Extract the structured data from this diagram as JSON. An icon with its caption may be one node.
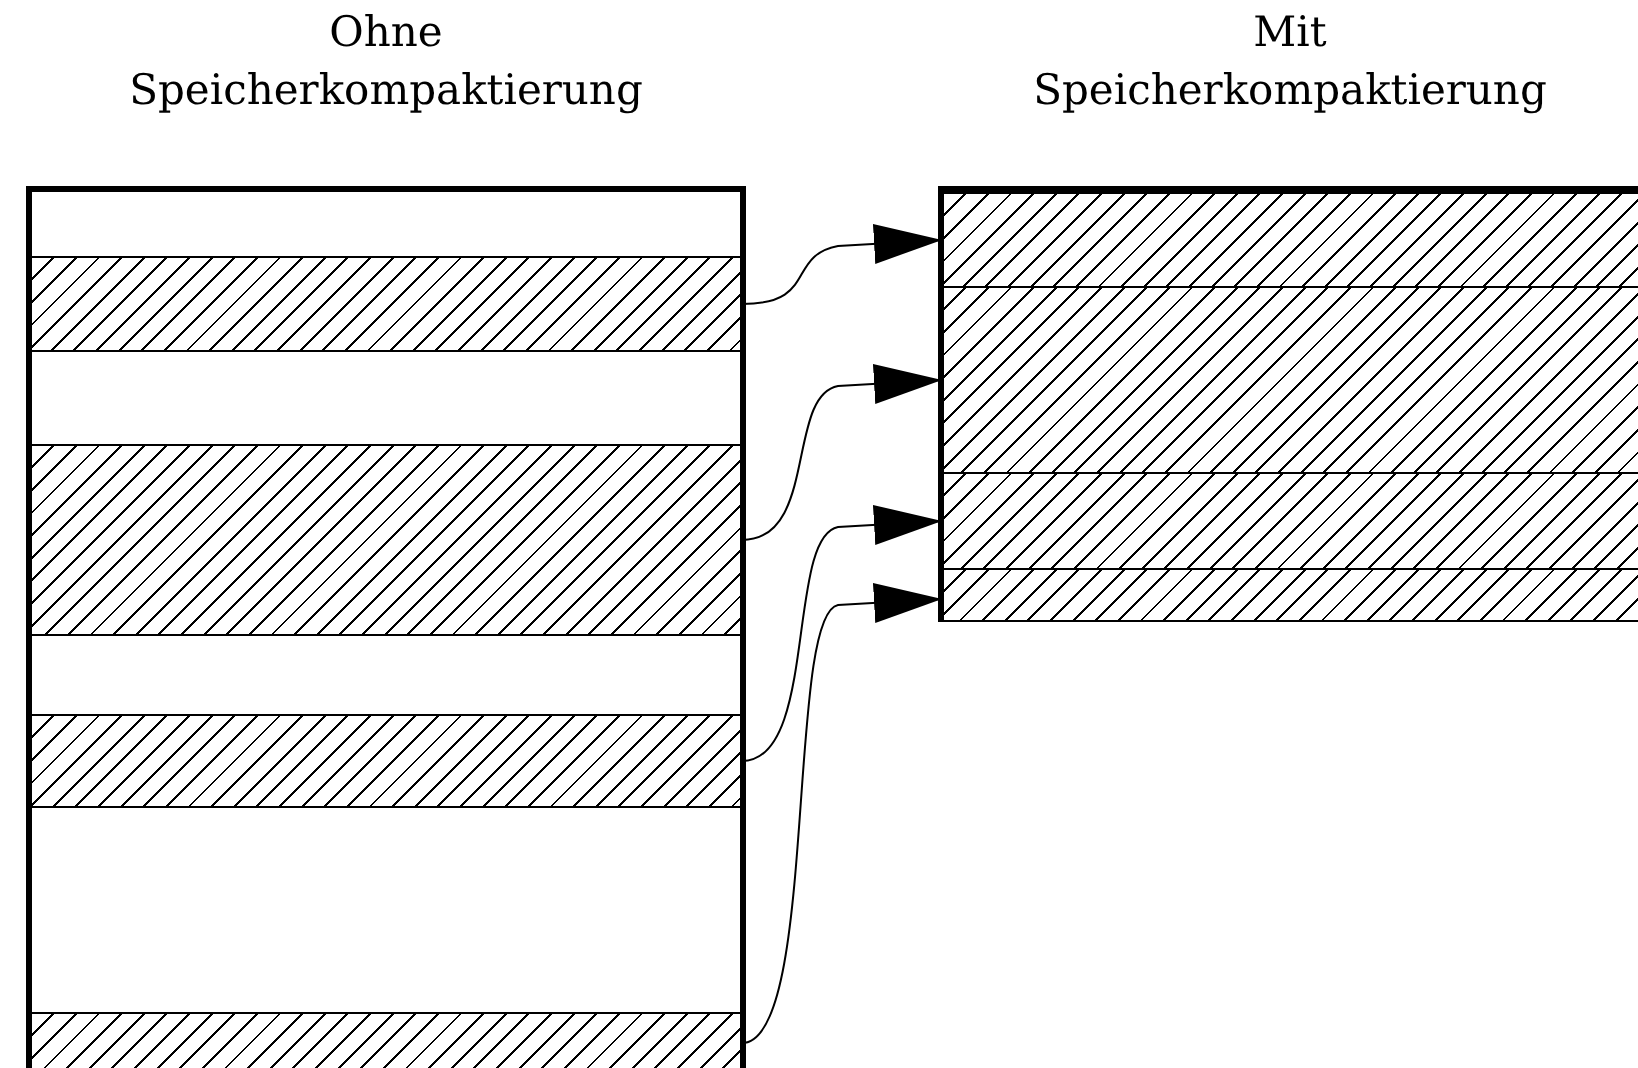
{
  "diagram": {
    "nodes": [
      {
        "text": [
          "Ohne Speicherkompaktierung"
        ]
      },
      {
        "text": [],
        "shape": "box",
        "in": 0
      },
      {
        "text": [],
        "shape": "box",
        "in": 0
      },
      {
        "text": [],
        "shape": "box",
        "in": 0
      },
      {
        "text": [],
        "shape": "box",
        "in": 0
      },
      {
        "text": [
          "Mit Speicherkompaktierung"
        ]
      },
      {
        "text": [],
        "shape": "box",
        "in": 5
      },
      {
        "text": [],
        "shape": "box",
        "in": 5
      },
      {
        "text": [],
        "shape": "box",
        "in": 5
      },
      {
        "text": [],
        "shape": "box",
        "in": 5
      }
    ],
    "edges": [
      {
        "from": 1,
        "to": 6,
        "arrow": "to"
      },
      {
        "from": 2,
        "to": 7,
        "arrow": "to"
      },
      {
        "from": 3,
        "to": 8,
        "arrow": "to"
      },
      {
        "from": 4,
        "to": 9,
        "arrow": "to"
      }
    ]
  }
}
